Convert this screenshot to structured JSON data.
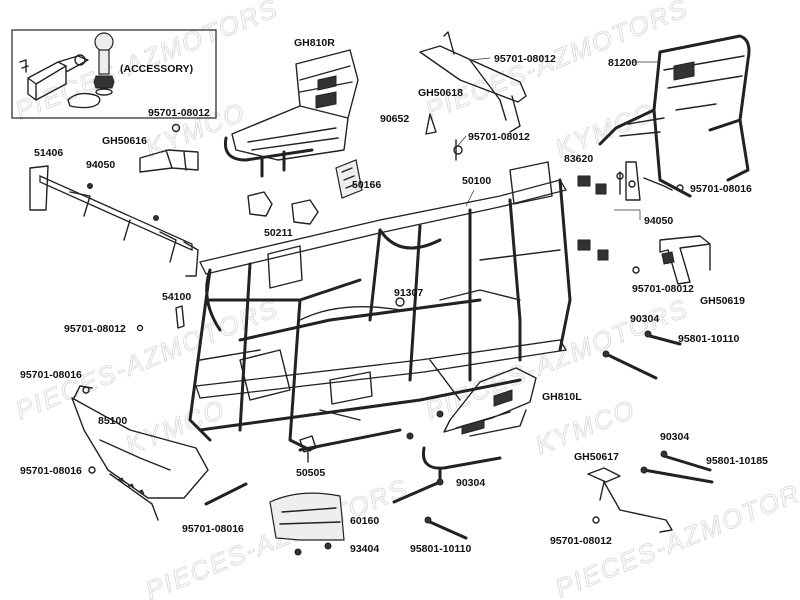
{
  "diagram": {
    "watermarks": [
      "PIECES-AZMOTORS",
      "KYMCO"
    ],
    "accessory_label": "(ACCESSORY)",
    "labels": {
      "gh810r": "GH810R",
      "p95701_08012_a": "95701-08012",
      "gh50618": "GH50618",
      "p81200": "81200",
      "p95701_08012_b": "95701-08012",
      "gh50616": "GH50616",
      "p90652": "90652",
      "p95701_08012_c": "95701-08012",
      "p51406": "51406",
      "p94050_a": "94050",
      "p83620": "83620",
      "p50166": "50166",
      "p50100": "50100",
      "p95701_08016_a": "95701-08016",
      "p94050_b": "94050",
      "p50211": "50211",
      "p95701_08012_d": "95701-08012",
      "gh50619": "GH50619",
      "p54100": "54100",
      "p91307": "91307",
      "p95701_08012_e": "95701-08012",
      "p90304_a": "90304",
      "p95801_10110_a": "95801-10110",
      "p95701_08016_b": "95701-08016",
      "gh810l": "GH810L",
      "p85100": "85100",
      "p90304_b": "90304",
      "gh50617": "GH50617",
      "p95801_10185": "95801-10185",
      "p50505": "50505",
      "p95701_08016_c": "95701-08016",
      "p90304_c": "90304",
      "p60160": "60160",
      "p95701_08016_d": "95701-08016",
      "p95801_10110_b": "95801-10110",
      "p95701_08012_f": "95701-08012",
      "p93404": "93404"
    }
  }
}
